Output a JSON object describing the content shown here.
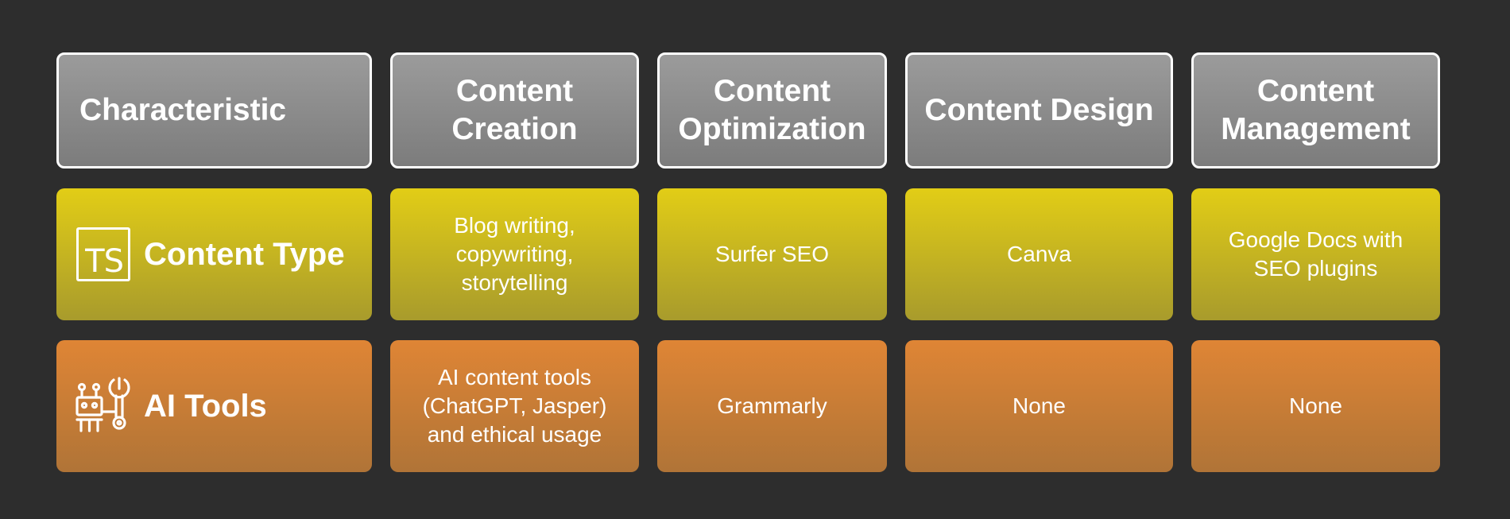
{
  "header": {
    "characteristic": "Characteristic",
    "content_creation_line1": "Content",
    "content_creation_line2": "Creation",
    "content_optimization_line1": "Content",
    "content_optimization_line2": "Optimization",
    "content_design": "Content Design",
    "content_management_line1": "Content",
    "content_management_line2": "Management"
  },
  "rows": [
    {
      "label": "Content Type",
      "icon": "typescript-icon",
      "icon_text": "TS",
      "color_top": "#e2cd16",
      "color_bottom": "#a89b2c",
      "cells": [
        [
          "Blog writing,",
          "copywriting,",
          "storytelling"
        ],
        [
          "Surfer SEO"
        ],
        [
          "Canva"
        ],
        [
          "Google Docs with",
          "SEO plugins"
        ]
      ]
    },
    {
      "label": "AI Tools",
      "icon": "robot-wrench-icon",
      "color_top": "#df8535",
      "color_bottom": "#b07437",
      "cells": [
        [
          "AI content tools",
          "(ChatGPT, Jasper)",
          "and ethical usage"
        ],
        [
          "Grammarly"
        ],
        [
          "None"
        ],
        [
          "None"
        ]
      ]
    }
  ],
  "colors": {
    "background": "#2d2d2d",
    "header_top": "#9b9b9b",
    "header_bottom": "#7c7c7c",
    "text": "#ffffff"
  }
}
